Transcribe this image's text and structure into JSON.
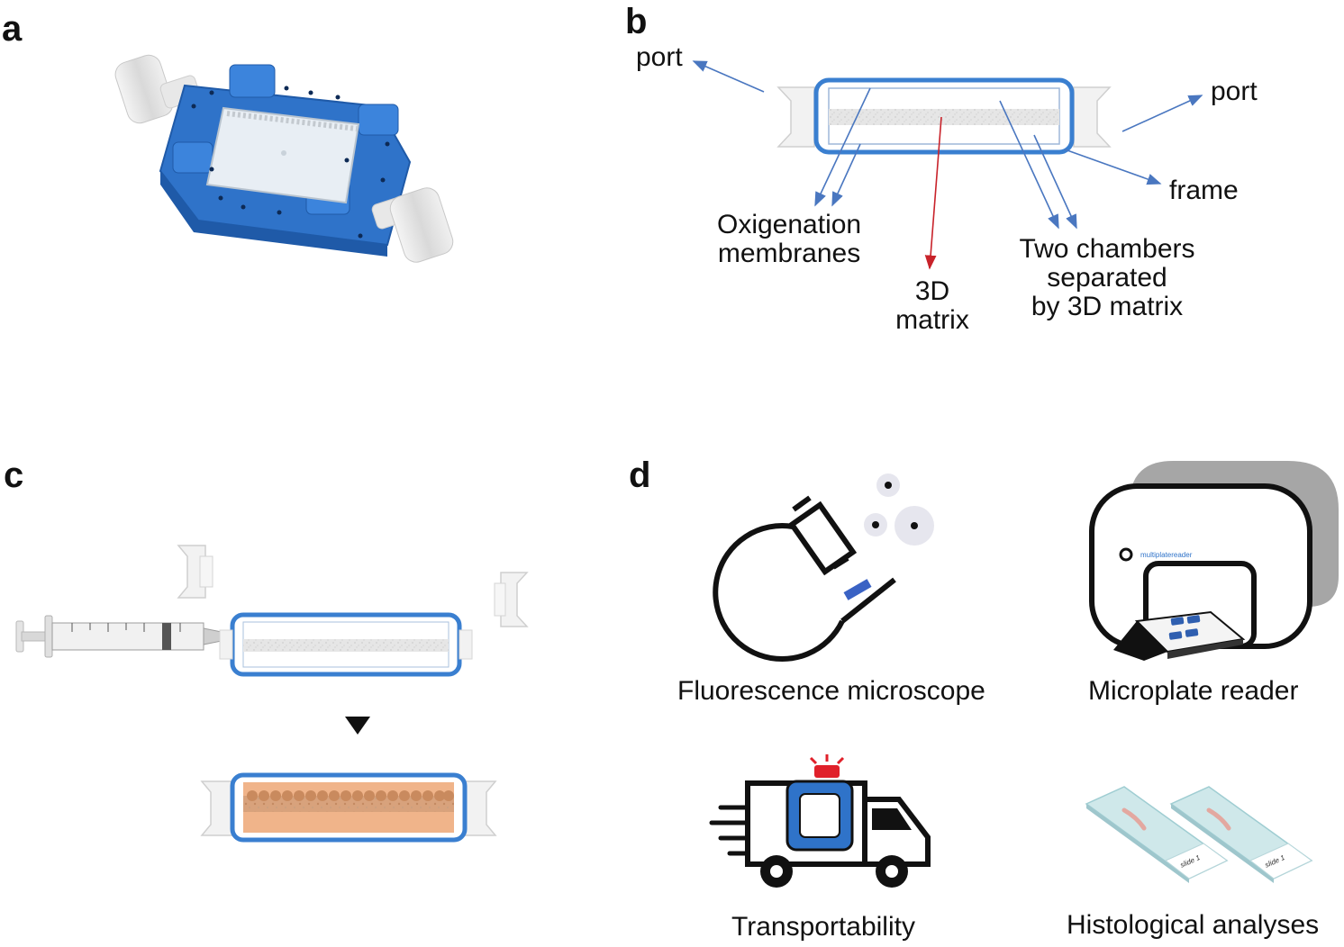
{
  "panels": {
    "a": {
      "letter": "a"
    },
    "b": {
      "letter": "b",
      "labels": {
        "port_left": "port",
        "port_right": "port",
        "frame": "frame",
        "membranes_line1": "Oxigenation",
        "membranes_line2": "membranes",
        "matrix_line1": "3D",
        "matrix_line2": "matrix",
        "chambers_line1": "Two chambers",
        "chambers_line2": "separated",
        "chambers_line3": "by 3D matrix"
      }
    },
    "c": {
      "letter": "c"
    },
    "d": {
      "letter": "d",
      "items": [
        {
          "label": "Fluorescence microscope",
          "icon": "microscope-icon"
        },
        {
          "label": "Microplate reader",
          "icon": "microplate-reader-icon"
        },
        {
          "label": "Transportability",
          "icon": "ambulance-truck-icon"
        },
        {
          "label": "Histological analyses",
          "icon": "glass-slides-icon"
        }
      ],
      "reader_brand": "multiplatereader",
      "slide_label": "slide 1"
    }
  },
  "colors": {
    "device_blue": "#2f73c9",
    "frame_blue": "#3a7fd0",
    "arrow_blue": "#4a77c0",
    "arrow_red": "#c8222a",
    "tissue_orange": "#f0b48a",
    "matrix_gray": "#e4e4e4",
    "siren_red": "#e0202a"
  }
}
